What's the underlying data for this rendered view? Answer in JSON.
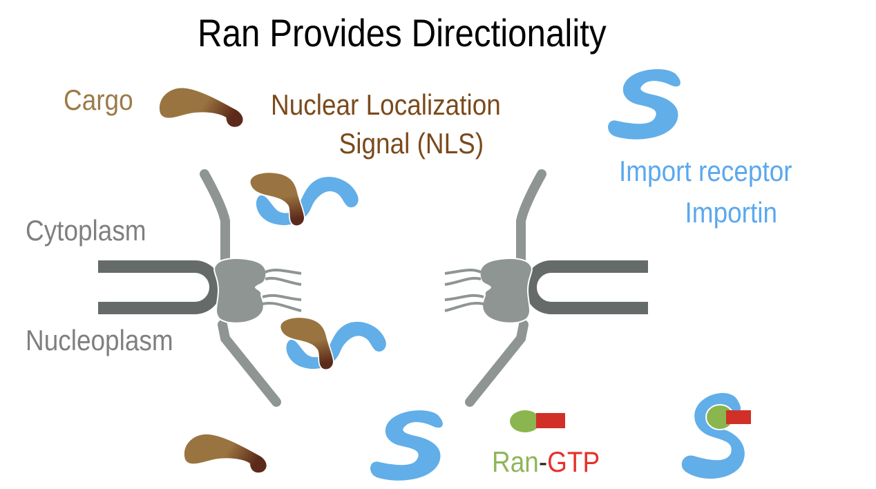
{
  "title": "Ran Provides Directionality",
  "labels": {
    "cargo": "Cargo",
    "nls_line1": "Nuclear Localization",
    "nls_line2": "Signal (NLS)",
    "importin_line1": "Import receptor",
    "importin_line2": "Importin",
    "cytoplasm": "Cytoplasm",
    "nucleoplasm": "Nucleoplasm",
    "ran": "Ran",
    "dash": "-",
    "gtp": "GTP"
  },
  "colors": {
    "cargo_label": "#9b7b48",
    "nls_label": "#7a4a1c",
    "importin": "#5aa8ee",
    "compartment_label": "#7f7f7f",
    "ran": "#8fb55a",
    "gtp": "#e8302a",
    "membrane": "#656b69",
    "pore": "#8e9592"
  }
}
